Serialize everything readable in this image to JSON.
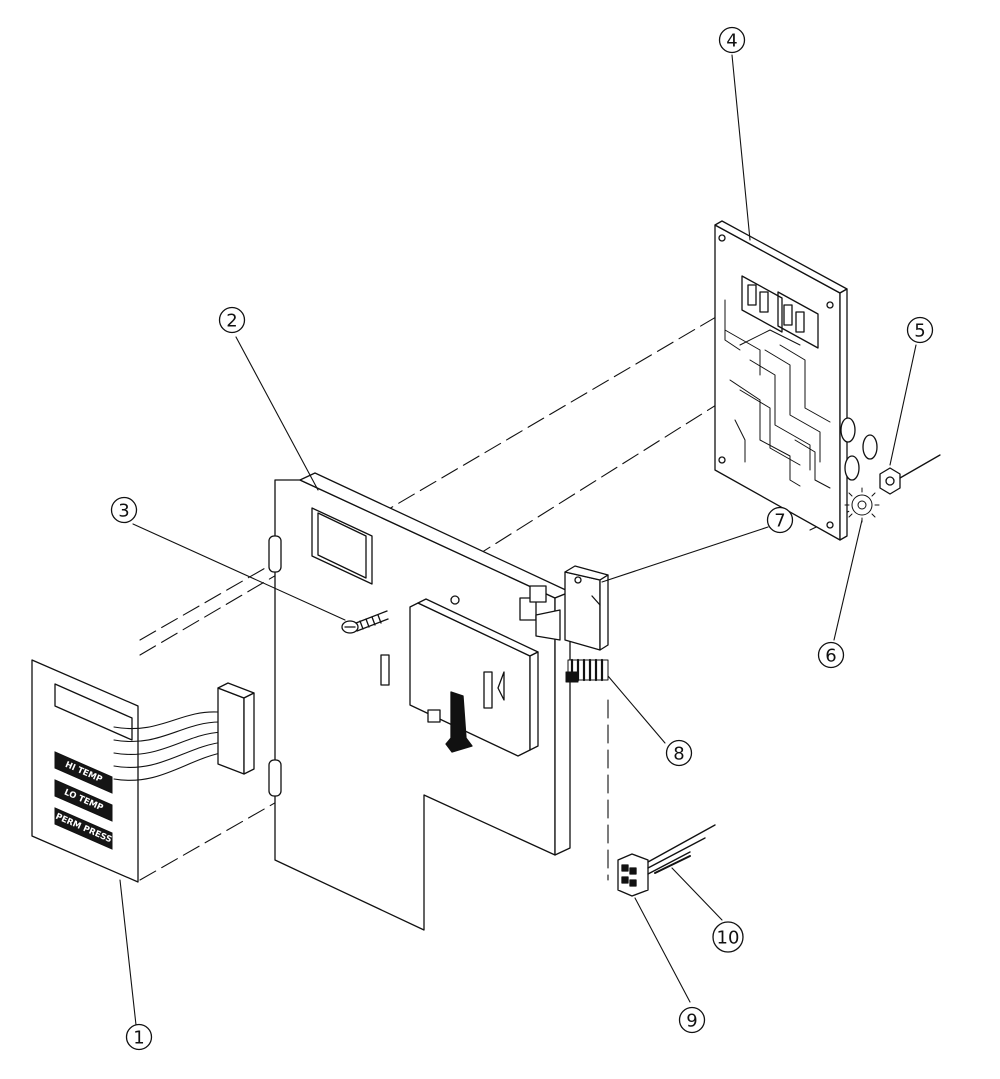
{
  "diagram": {
    "balloons": [
      "1",
      "2",
      "3",
      "4",
      "5",
      "6",
      "7",
      "8",
      "9",
      "10"
    ],
    "keypad_labels": [
      "HI TEMP",
      "LO TEMP",
      "PERM PRESS"
    ],
    "colors": {
      "line": "#111111",
      "background": "#ffffff",
      "key_fill": "#151515"
    }
  }
}
